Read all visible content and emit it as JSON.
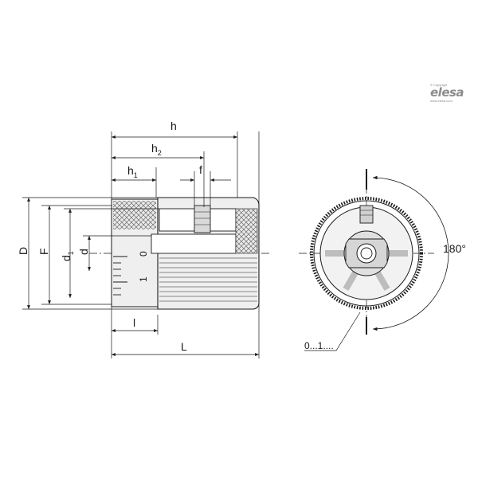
{
  "logo": {
    "copyright": "© Copyright",
    "brand": "elesa",
    "url": "www.elesa.com"
  },
  "dimensions": {
    "h": "h",
    "h2_base": "h",
    "h2_sub": "2",
    "h1_base": "h",
    "h1_sub": "1",
    "f": "f",
    "D": "D",
    "F": "F",
    "d1_base": "d",
    "d1_sub": "1",
    "d": "d",
    "l": "l",
    "L": "L"
  },
  "scale": {
    "zero": "0",
    "one": "1"
  },
  "end_view": {
    "angle": "180°",
    "range": "0...1...."
  },
  "colors": {
    "line": "#1a1a1a",
    "fill_light": "#e6e6e6",
    "fill_hatch": "#cfcfcf"
  }
}
